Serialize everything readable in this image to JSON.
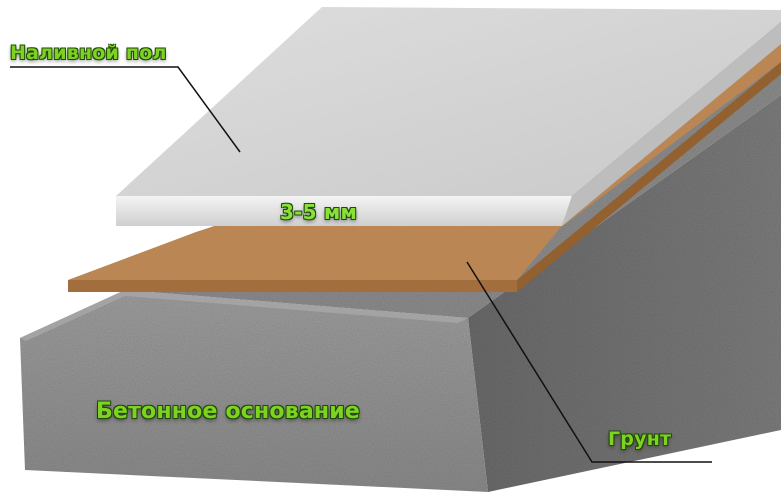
{
  "labels": {
    "self_leveling_floor": "Наливной пол",
    "thickness": "3-5 мм",
    "concrete_base": "Бетонное основание",
    "primer": "Грунт"
  },
  "colors": {
    "label_green": "#7ed321",
    "label_outline": "#1f4a08",
    "floor_top": "#d6d6d6",
    "floor_edge": "#ebebeb",
    "primer_top": "#c08a55",
    "primer_edge": "#a06c3a",
    "concrete_top": "#8f8f8f",
    "concrete_front": "#9a9a9a",
    "concrete_side": "#6f6f6f",
    "leader_line": "#111111"
  }
}
